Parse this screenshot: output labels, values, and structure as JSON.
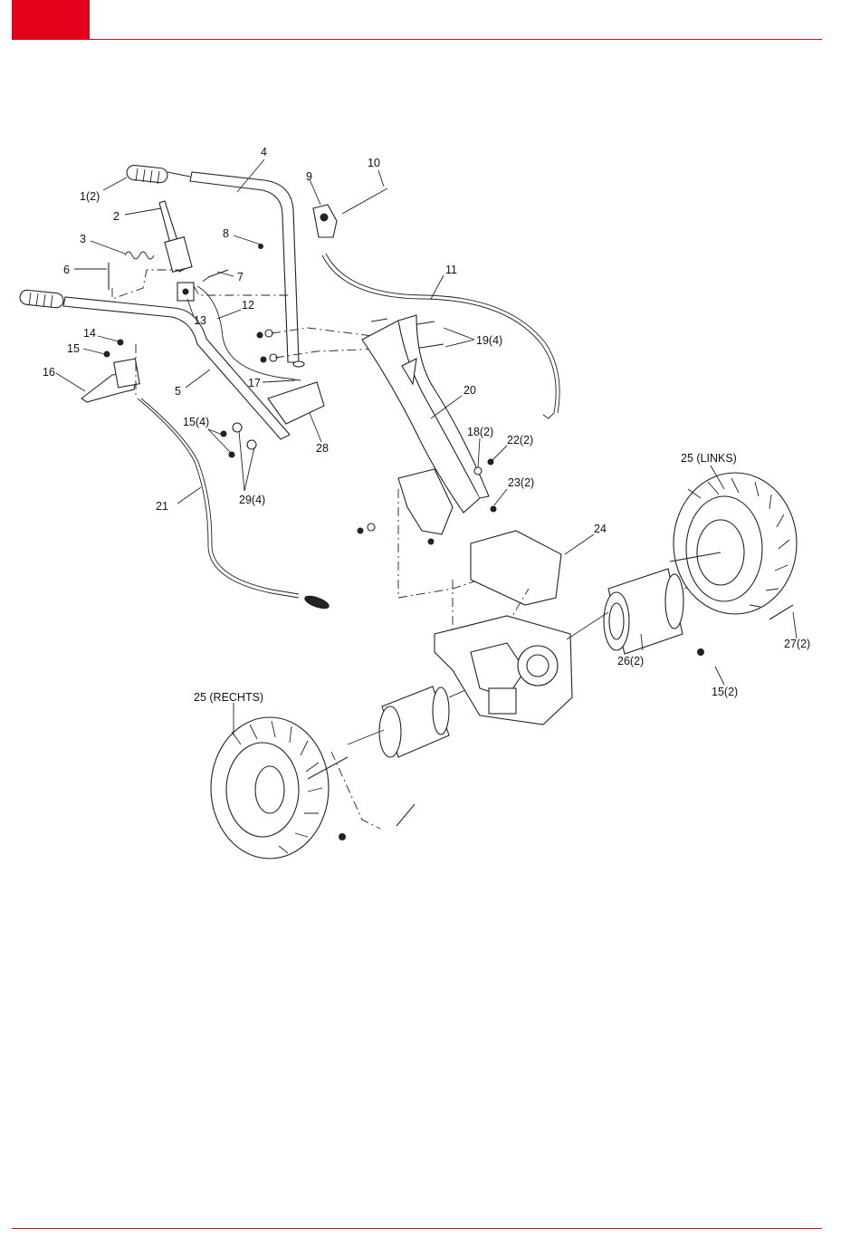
{
  "colors": {
    "accent": "#e3001b",
    "rule": "#c8102e"
  },
  "diagram": {
    "labels": {
      "l1": "1(2)",
      "l2": "2",
      "l3": "3",
      "l4": "4",
      "l5": "5",
      "l6": "6",
      "l7": "7",
      "l8": "8",
      "l9": "9",
      "l10": "10",
      "l11": "11",
      "l12": "12",
      "l13": "13",
      "l14": "14",
      "l15": "15",
      "l15x4": "15(4)",
      "l15x2": "15(2)",
      "l16": "16",
      "l17": "17",
      "l18": "18(2)",
      "l19": "19(4)",
      "l20": "20",
      "l21": "21",
      "l22": "22(2)",
      "l23": "23(2)",
      "l24": "24",
      "l25l": "25 (LINKS)",
      "l25r": "25 (RECHTS)",
      "l26": "26(2)",
      "l27": "27(2)",
      "l28": "28",
      "l29": "29(4)"
    }
  }
}
